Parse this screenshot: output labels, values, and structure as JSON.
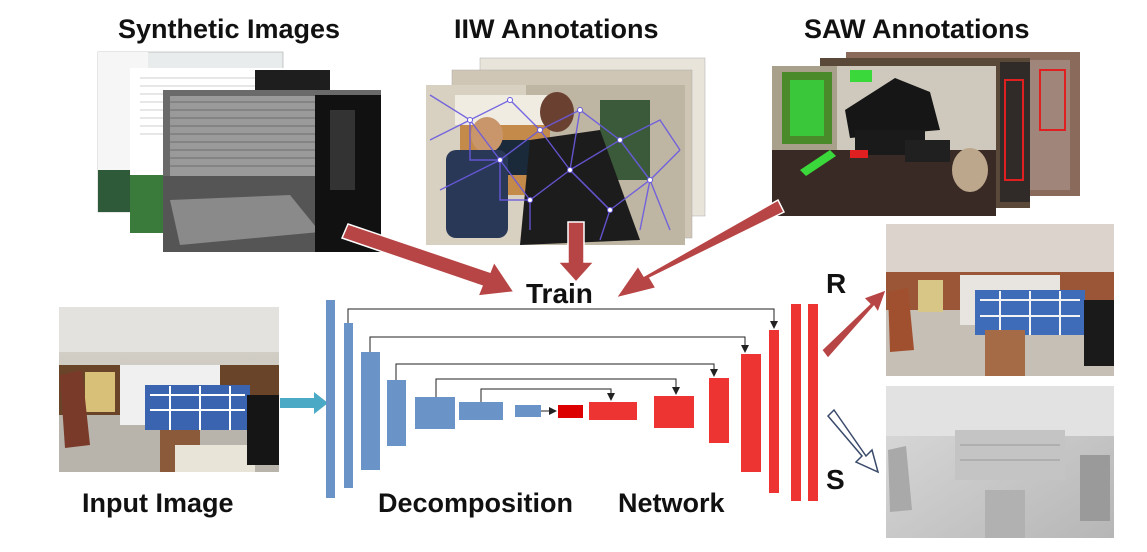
{
  "labels": {
    "synthetic": "Synthetic Images",
    "iiw": "IIW Annotations",
    "saw": "SAW Annotations",
    "train": "Train",
    "input": "Input Image",
    "decomposition": "Decomposition",
    "network": "Network",
    "reflectance": "R",
    "shading": "S"
  },
  "colors": {
    "encoder": "#6a94c8",
    "decoder": "#ee3333",
    "train_arrow": "#b84545",
    "input_arrow": "#4aaac6"
  }
}
